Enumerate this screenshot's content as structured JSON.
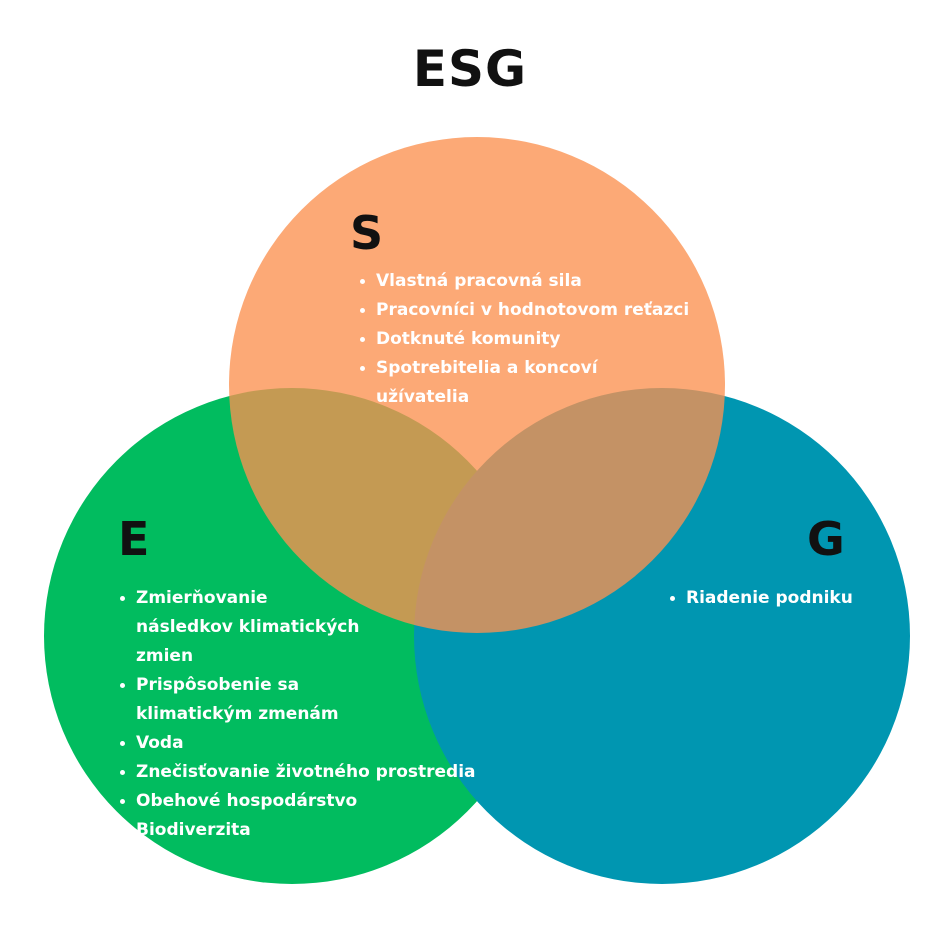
{
  "title": "ESG",
  "colors": {
    "social": "#fb9150",
    "environmental": "#01bc5f",
    "governance": "#0096b1"
  },
  "circles": {
    "social": {
      "letter": "S",
      "items": [
        "Vlastná pracovná sila",
        "Pracovníci v hodnotovom reťazci",
        "Dotknuté komunity",
        "Spotrebitelia a koncoví užívatelia"
      ]
    },
    "environmental": {
      "letter": "E",
      "items": [
        "Zmierňovanie následkov klimatických zmien",
        "Prispôsobenie sa klimatickým zmenám",
        "Voda",
        "Znečisťovanie životného prostredia",
        "Obehové hospodárstvo",
        "Biodiverzita"
      ]
    },
    "governance": {
      "letter": "G",
      "items": [
        "Riadenie podniku"
      ]
    }
  }
}
